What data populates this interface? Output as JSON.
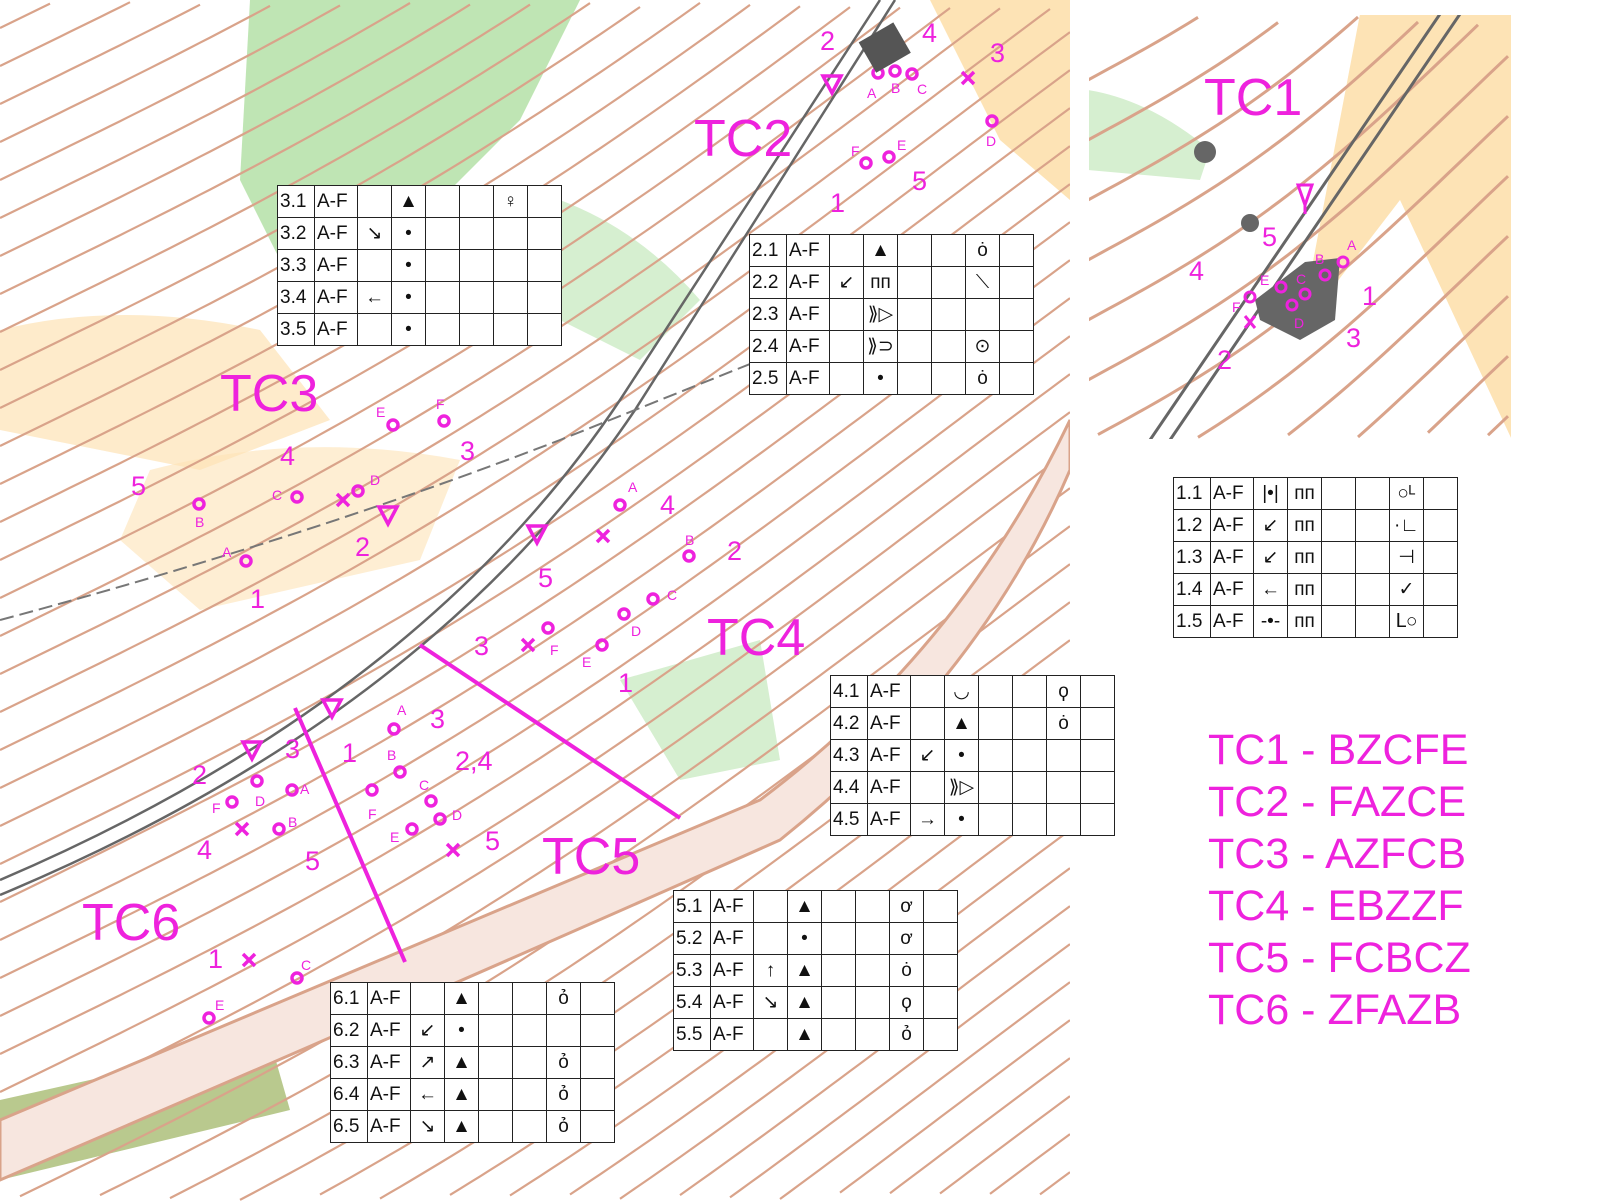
{
  "colors": {
    "course": "#ee22dd",
    "contour": "#d9a38a",
    "open": "#fde3b5",
    "green": "#bfe5b4",
    "road": "#f7e6df"
  },
  "tasks": {
    "tc1": {
      "label": "TC1",
      "numbers": [
        "1",
        "2",
        "3",
        "4",
        "5"
      ],
      "letters": [
        "A",
        "B",
        "C",
        "D",
        "E",
        "F"
      ]
    },
    "tc2": {
      "label": "TC2",
      "numbers": [
        "1",
        "2",
        "3",
        "4",
        "5"
      ],
      "letters": [
        "A",
        "B",
        "C",
        "D",
        "E",
        "F"
      ]
    },
    "tc3": {
      "label": "TC3",
      "numbers": [
        "1",
        "2",
        "3",
        "4",
        "5"
      ],
      "letters": [
        "A",
        "B",
        "C",
        "D",
        "E",
        "F"
      ]
    },
    "tc4": {
      "label": "TC4",
      "numbers": [
        "1",
        "2",
        "3",
        "4",
        "5"
      ],
      "letters": [
        "A",
        "B",
        "C",
        "D",
        "E",
        "F"
      ]
    },
    "tc5": {
      "label": "TC5",
      "numbers": [
        "1",
        "2,4",
        "3",
        "5"
      ],
      "letters": [
        "A",
        "B",
        "C",
        "D",
        "E",
        "F"
      ]
    },
    "tc6": {
      "label": "TC6",
      "numbers": [
        "1",
        "2",
        "3",
        "4",
        "5"
      ],
      "letters": [
        "A",
        "B",
        "C",
        "D",
        "E",
        "F"
      ]
    }
  },
  "descriptions": {
    "t1": [
      [
        "1.1",
        "A-F",
        "|•|",
        "ᴨᴨ",
        "",
        "",
        "○ᴸ",
        ""
      ],
      [
        "1.2",
        "A-F",
        "↙",
        "ᴨᴨ",
        "",
        "",
        "·∟",
        ""
      ],
      [
        "1.3",
        "A-F",
        "↙",
        "ᴨᴨ",
        "",
        "",
        "⊣",
        ""
      ],
      [
        "1.4",
        "A-F",
        "←",
        "ᴨᴨ",
        "",
        "",
        "✓",
        ""
      ],
      [
        "1.5",
        "A-F",
        "-•-",
        "ᴨᴨ",
        "",
        "",
        "ᒪ○",
        ""
      ]
    ],
    "t2": [
      [
        "2.1",
        "A-F",
        "",
        "▲",
        "",
        "",
        "ȯ",
        ""
      ],
      [
        "2.2",
        "A-F",
        "↙",
        "ᴨᴨ",
        "",
        "",
        "⟍",
        ""
      ],
      [
        "2.3",
        "A-F",
        "",
        "⟫▷",
        "",
        "",
        "",
        ""
      ],
      [
        "2.4",
        "A-F",
        "",
        "⟫⊃",
        "",
        "",
        "⊙",
        ""
      ],
      [
        "2.5",
        "A-F",
        "",
        "•",
        "",
        "",
        "ȯ",
        ""
      ]
    ],
    "t3": [
      [
        "3.1",
        "A-F",
        "",
        "▲",
        "",
        "",
        "♀",
        ""
      ],
      [
        "3.2",
        "A-F",
        "↘",
        "•",
        "",
        "",
        "",
        ""
      ],
      [
        "3.3",
        "A-F",
        "",
        "•",
        "",
        "",
        "",
        ""
      ],
      [
        "3.4",
        "A-F",
        "←",
        "•",
        "",
        "",
        "",
        ""
      ],
      [
        "3.5",
        "A-F",
        "",
        "•",
        "",
        "",
        "",
        ""
      ]
    ],
    "t4": [
      [
        "4.1",
        "A-F",
        "",
        "◡",
        "",
        "",
        "ϙ",
        ""
      ],
      [
        "4.2",
        "A-F",
        "",
        "▲",
        "",
        "",
        "ȯ",
        ""
      ],
      [
        "4.3",
        "A-F",
        "↙",
        "•",
        "",
        "",
        "",
        ""
      ],
      [
        "4.4",
        "A-F",
        "",
        "⟫▷",
        "",
        "",
        "",
        ""
      ],
      [
        "4.5",
        "A-F",
        "→",
        "•",
        "",
        "",
        "",
        ""
      ]
    ],
    "t5": [
      [
        "5.1",
        "A-F",
        "",
        "▲",
        "",
        "",
        "ơ",
        ""
      ],
      [
        "5.2",
        "A-F",
        "",
        "•",
        "",
        "",
        "ơ",
        ""
      ],
      [
        "5.3",
        "A-F",
        "↑",
        "▲",
        "",
        "",
        "ȯ",
        ""
      ],
      [
        "5.4",
        "A-F",
        "↘",
        "▲",
        "",
        "",
        "ϙ",
        ""
      ],
      [
        "5.5",
        "A-F",
        "",
        "▲",
        "",
        "",
        "ỏ",
        ""
      ]
    ],
    "t6": [
      [
        "6.1",
        "A-F",
        "",
        "▲",
        "",
        "",
        "ỏ",
        ""
      ],
      [
        "6.2",
        "A-F",
        "↙",
        "•",
        "",
        "",
        "",
        ""
      ],
      [
        "6.3",
        "A-F",
        "↗",
        "▲",
        "",
        "",
        "ỏ",
        ""
      ],
      [
        "6.4",
        "A-F",
        "←",
        "▲",
        "",
        "",
        "ỏ",
        ""
      ],
      [
        "6.5",
        "A-F",
        "↘",
        "▲",
        "",
        "",
        "ỏ",
        ""
      ]
    ]
  },
  "answers": [
    "TC1 - BZCFE",
    "TC2 - FAZCE",
    "TC3 - AZFCB",
    "TC4 - EBZZF",
    "TC5 - FCBCZ",
    "TC6 - ZFAZB"
  ]
}
